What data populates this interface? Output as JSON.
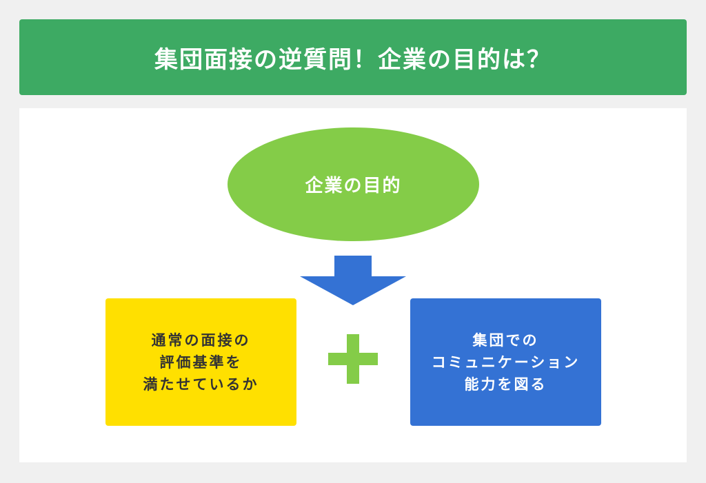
{
  "title": "集団面接の逆質問！企業の目的は？",
  "diagram": {
    "top_node": {
      "label": "企業の目的",
      "color": "#84cc48"
    },
    "connector": {
      "icon": "arrow-down-icon",
      "color": "#3472d4"
    },
    "combiner": {
      "icon": "plus-icon",
      "color": "#84cc48"
    },
    "left_node": {
      "lines": [
        "通常の面接の",
        "評価基準を",
        "満たせているか"
      ],
      "color": "#ffe000"
    },
    "right_node": {
      "lines": [
        "集団での",
        "コミュニケーション",
        "能力を図る"
      ],
      "color": "#3472d4"
    }
  },
  "colors": {
    "title_bar": "#3daa63",
    "background": "#f0f0f0",
    "panel": "#ffffff"
  }
}
